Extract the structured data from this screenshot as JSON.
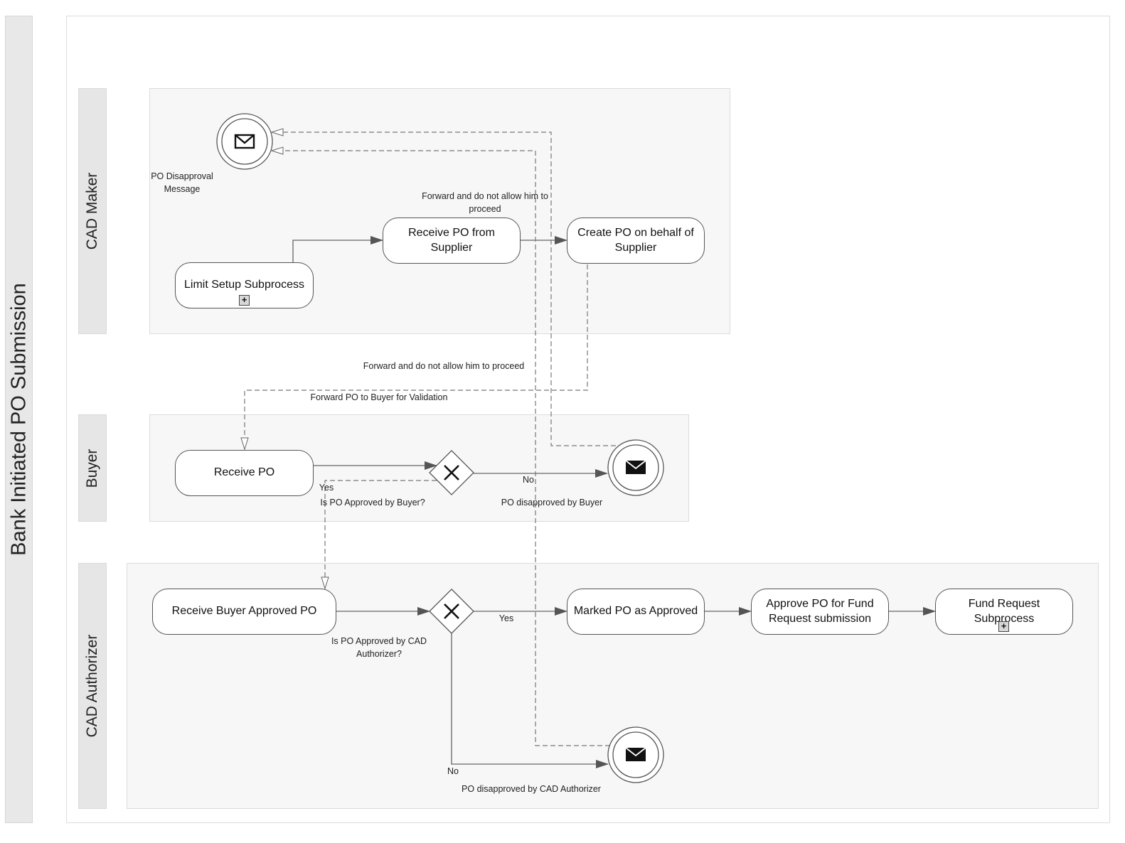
{
  "pool": {
    "title": "Bank Initiated PO Submission"
  },
  "lanes": [
    {
      "id": "cad-maker",
      "label": "CAD Maker"
    },
    {
      "id": "buyer",
      "label": "Buyer"
    },
    {
      "id": "cad-authorizer",
      "label": "CAD Authorizer"
    }
  ],
  "tasks": {
    "limit_setup": "Limit Setup Subprocess",
    "receive_po_supplier": "Receive PO from Supplier",
    "create_po": "Create PO on behalf of Supplier",
    "receive_po": "Receive PO",
    "receive_buyer_approved": "Receive Buyer Approved PO",
    "marked_approved": "Marked PO as Approved",
    "approve_fund": "Approve PO for Fund Request submission",
    "fund_request": "Fund Request Subprocess"
  },
  "events": {
    "po_disapproval_message": "PO Disapproval Message",
    "po_disapproved_buyer": "PO disapproved by Buyer",
    "po_disapproved_cad": "PO disapproved by CAD Authorizer"
  },
  "gateways": {
    "buyer_approved": "Is PO Approved by Buyer?",
    "cad_approved": "Is PO Approved by CAD Authorizer?"
  },
  "flow_labels": {
    "forward_not_allow_top": "Forward and do not allow him to proceed",
    "forward_not_allow_mid": "Forward and do not allow him to proceed",
    "forward_to_buyer": "Forward PO to Buyer for Validation",
    "yes_buyer": "Yes",
    "no_buyer": "No",
    "yes_cad": "Yes",
    "no_cad": "No"
  }
}
